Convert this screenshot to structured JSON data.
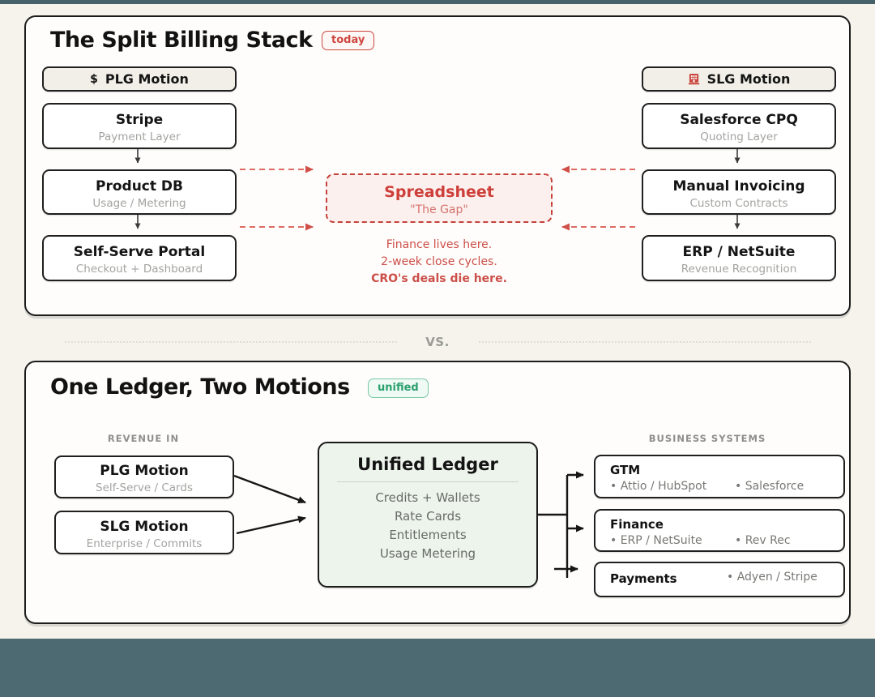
{
  "panel_today": {
    "title": "The Split Billing Stack",
    "badge": "today",
    "plg": {
      "header": "PLG Motion",
      "icon": "dollar-icon",
      "dollar_glyph": "$",
      "boxes": [
        {
          "title": "Stripe",
          "subtitle": "Payment Layer"
        },
        {
          "title": "Product DB",
          "subtitle": "Usage / Metering"
        },
        {
          "title": "Self-Serve Portal",
          "subtitle": "Checkout + Dashboard"
        }
      ]
    },
    "slg": {
      "header": "SLG Motion",
      "icon": "bank-icon",
      "boxes": [
        {
          "title": "Salesforce CPQ",
          "subtitle": "Quoting Layer"
        },
        {
          "title": "Manual Invoicing",
          "subtitle": "Custom Contracts"
        },
        {
          "title": "ERP / NetSuite",
          "subtitle": "Revenue Recognition"
        }
      ]
    },
    "gap": {
      "title": "Spreadsheet",
      "subtitle": "\"The Gap\"",
      "notes": [
        "Finance lives here.",
        "2-week close cycles.",
        "CRO's deals die here."
      ]
    }
  },
  "divider": {
    "label": "vs."
  },
  "panel_unified": {
    "title": "One Ledger, Two Motions",
    "badge": "unified",
    "revenue_in_label": "REVENUE IN",
    "inputs": [
      {
        "title": "PLG Motion",
        "subtitle": "Self-Serve / Cards"
      },
      {
        "title": "SLG Motion",
        "subtitle": "Enterprise / Commits"
      }
    ],
    "ledger": {
      "title": "Unified Ledger",
      "items": [
        "Credits + Wallets",
        "Rate Cards",
        "Entitlements",
        "Usage Metering"
      ]
    },
    "business_systems_label": "BUSINESS SYSTEMS",
    "systems": [
      {
        "title": "GTM",
        "items": [
          "• Attio / HubSpot",
          "• Salesforce"
        ]
      },
      {
        "title": "Finance",
        "items": [
          "• ERP / NetSuite",
          "• Rev Rec"
        ]
      },
      {
        "title": "Payments",
        "items": [
          "• Adyen / Stripe"
        ]
      }
    ]
  },
  "colors": {
    "page_bg": "#f5f3ec",
    "bar": "#4d6a72",
    "accent_red": "#cd4740",
    "accent_green": "#2aa06c",
    "ledger_bg": "#edf4ec",
    "gap_bg": "#fcf0ef"
  }
}
